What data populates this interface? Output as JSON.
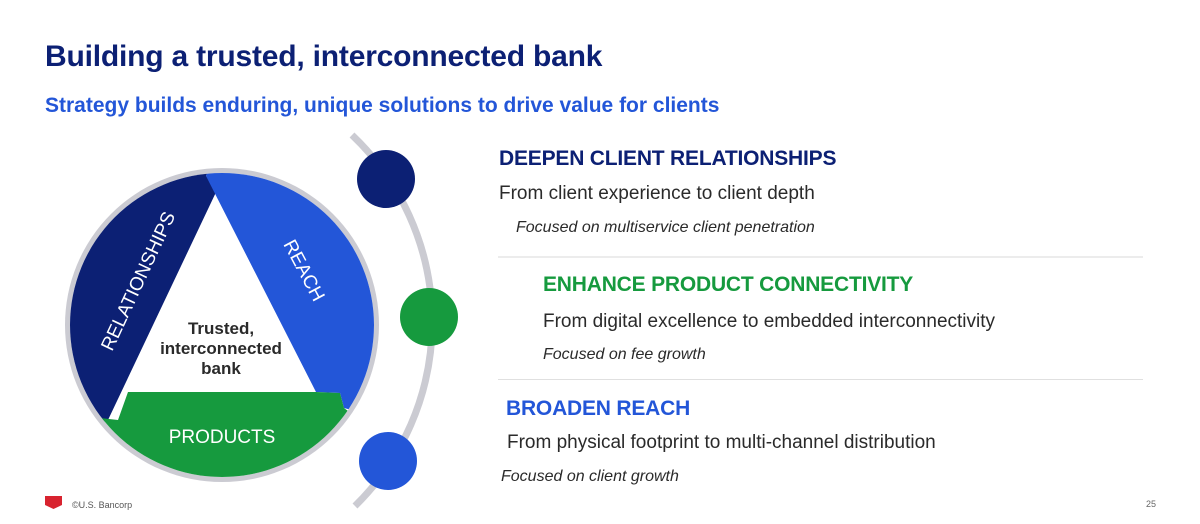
{
  "slide": {
    "title": "Building a trusted, interconnected bank",
    "subtitle": "Strategy builds enduring, unique solutions to drive value for clients"
  },
  "diagram": {
    "center_label_lines": [
      "Trusted,",
      "interconnected",
      "bank"
    ],
    "segments": [
      {
        "label": "RELATIONSHIPS",
        "color": "#0c2074"
      },
      {
        "label": "REACH",
        "color": "#2356d8"
      },
      {
        "label": "PRODUCTS",
        "color": "#169a3e"
      }
    ],
    "ring_color": "#cbcbd2",
    "arc_dots": [
      {
        "name": "relationships-dot",
        "color": "#0c2074"
      },
      {
        "name": "products-dot",
        "color": "#169a3e"
      },
      {
        "name": "reach-dot",
        "color": "#2356d8"
      }
    ]
  },
  "sections": [
    {
      "heading": "DEEPEN CLIENT RELATIONSHIPS",
      "color": "#0c2074",
      "description": "From client experience to client depth",
      "focus": "Focused on multiservice client penetration"
    },
    {
      "heading": "ENHANCE PRODUCT CONNECTIVITY",
      "color": "#169a3e",
      "description": "From digital excellence to embedded interconnectivity",
      "focus": "Focused on fee growth"
    },
    {
      "heading": "BROADEN REACH",
      "color": "#2356d8",
      "description": "From physical footprint to multi-channel distribution",
      "focus": "Focused on client growth"
    }
  ],
  "footer": {
    "copyright": "©U.S. Bancorp",
    "page_number": "25",
    "logo_color": "#d8232f"
  }
}
